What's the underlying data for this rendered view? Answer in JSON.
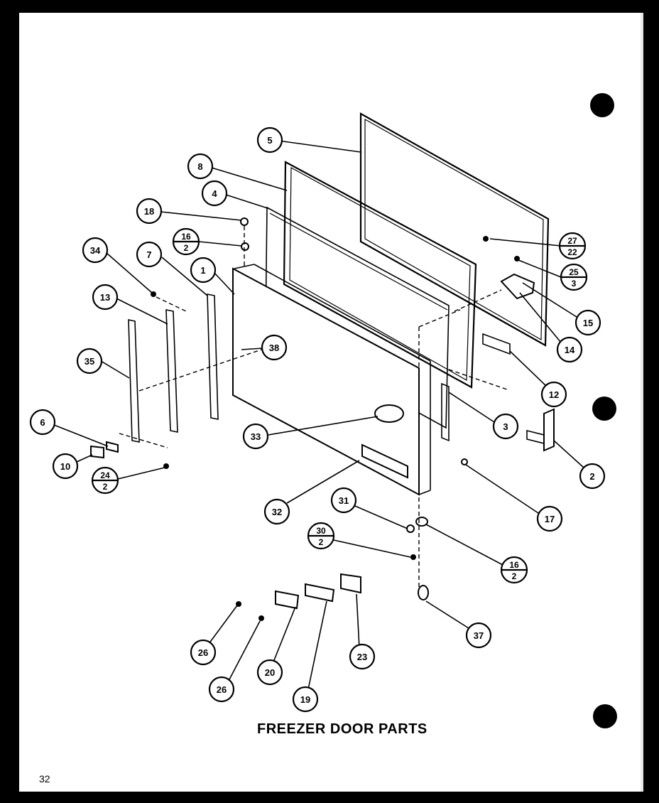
{
  "caption": "FREEZER DOOR PARTS",
  "page_number": "32",
  "callouts": [
    {
      "label": "5"
    },
    {
      "label": "8"
    },
    {
      "label": "4"
    },
    {
      "label": "18"
    },
    {
      "num": "16",
      "den": "2"
    },
    {
      "label": "34"
    },
    {
      "label": "7"
    },
    {
      "label": "1"
    },
    {
      "label": "13"
    },
    {
      "label": "38"
    },
    {
      "label": "35"
    },
    {
      "label": "6"
    },
    {
      "label": "10"
    },
    {
      "num": "24",
      "den": "2"
    },
    {
      "num": "27",
      "den": "22"
    },
    {
      "num": "25",
      "den": "3"
    },
    {
      "label": "15"
    },
    {
      "label": "14"
    },
    {
      "label": "12"
    },
    {
      "label": "3"
    },
    {
      "label": "2"
    },
    {
      "label": "33"
    },
    {
      "label": "17"
    },
    {
      "label": "32"
    },
    {
      "label": "31"
    },
    {
      "num": "30",
      "den": "2"
    },
    {
      "num": "16",
      "den": "2"
    },
    {
      "label": "37"
    },
    {
      "label": "26"
    },
    {
      "label": "26"
    },
    {
      "label": "20"
    },
    {
      "label": "19"
    },
    {
      "label": "23"
    }
  ]
}
